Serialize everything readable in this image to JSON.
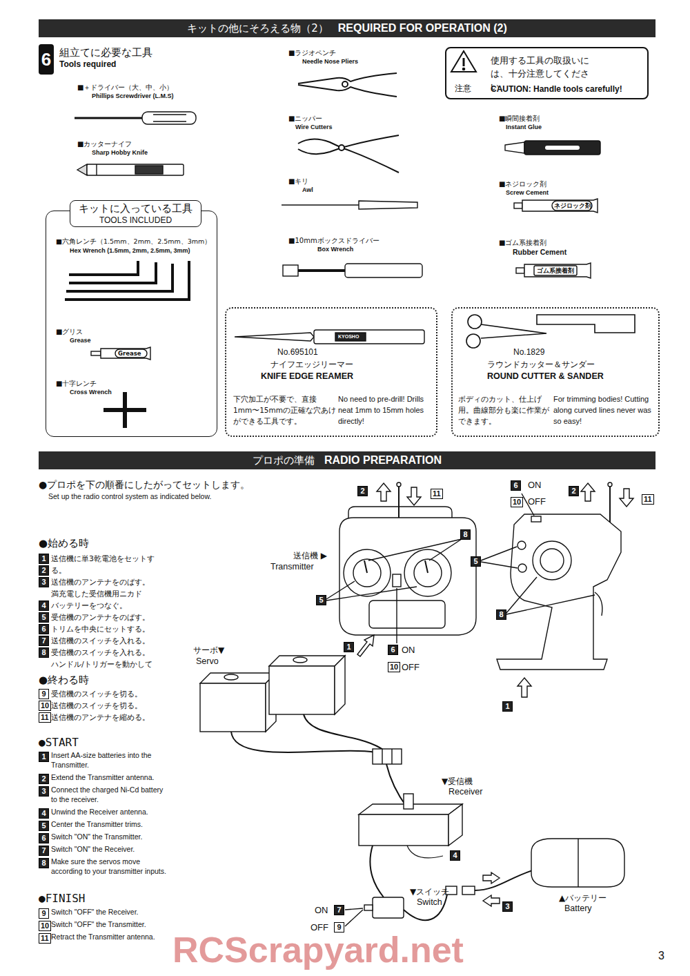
{
  "diagram": {
    "nodes": [
      {
        "text": [
          "キットの他にそろえる物（2）",
          "REQUIRED FOR OPERATION (2)"
        ]
      },
      {
        "text": [
          "注意",
          "使用する工具の取扱いには、十分注意してください。",
          "CAUTION: Handle tools carefully!"
        ]
      },
      {
        "text": [
          "■六角レンチ（1.5mm、2mm、2.5mm、3mm）",
          "Hex Wrench (1.5mm, 2mm, 2.5mm, 3mm)",
          "■グリス",
          "Grease",
          "■十字レンチ",
          "Cross Wrench"
        ]
      },
      {
        "text": [
          "キットに入っている工具",
          "TOOLS INCLUDED"
        ],
        "in": 2
      },
      {
        "text": [
          "No.695101",
          "ナイフエッジリーマー",
          "KNIFE EDGE REAMER",
          "下穴加工が不要で、直接1mm〜15mmの正確な穴あけができる工具です。",
          "No need to pre-drill! Drills neat 1mm to 15mm holes directly!"
        ]
      },
      {
        "text": [
          "No.1829",
          "ラウンドカッター＆サンダー",
          "ROUND CUTTER & SANDER",
          "ボディのカット、仕上げ用。曲線部分も楽に作業ができます。",
          "For trimming bodies! Cutting along curved lines never was so easy!"
        ]
      },
      {
        "text": [
          "プロポの準備",
          "RADIO PREPARATION"
        ]
      }
    ],
    "labels": [
      "6",
      "組立てに必要な工具",
      "Tools required",
      "■＋ドライバー（大、中、小）",
      "Phillips Screwdriver (L.M.S)",
      "■カッターナイフ",
      "Sharp Hobby Knife",
      "■ラジオペンチ",
      "Needle Nose Pliers",
      "■ニッパー",
      "Wire Cutters",
      "■キリ",
      "Awl",
      "■10mmボックスドライバー",
      "Box Wrench",
      "■瞬間接着剤",
      "Instant Glue",
      "■ネジロック剤",
      "Screw Cement",
      "■ゴム系接着剤",
      "Rubber Cement",
      "ネジロック剤",
      "ゴム系接着剤",
      "Grease",
      "KYOSHO",
      "●プロポを下の順番にしたがってセットします。",
      "Set up the radio control system as indicated below.",
      "●始める時",
      "1",
      "送信機に単3乾電池をセットす",
      "2",
      "る。",
      "3",
      "送信機のアンテナをのばす。",
      "満充電した受信機用ニカド",
      "4",
      "バッテリーをつなぐ。",
      "5",
      "受信機のアンテナをのばす。",
      "6",
      "トリムを中央にセットする。",
      "7",
      "送信機のスイッチを入れる。",
      "8",
      "受信機のスイッチを入れる。",
      "ハンドル/トリガーを動かして",
      "●終わる時",
      "9",
      "受信機のスイッチを切る。",
      "10",
      "送信機のスイッチを切る。",
      "11",
      "送信機のアンテナを縮める。",
      "●START",
      "1",
      "Insert AA-size batteries into the Transmitter.",
      "2",
      "Extend the Transmitter antenna.",
      "3",
      "Connect the charged Ni-Cd battery to the receiver.",
      "4",
      "Unwind the Receiver antenna.",
      "5",
      "Center the Transmitter trims.",
      "6",
      "Switch \"ON\" the Transmitter.",
      "7",
      "Switch \"ON\" the Receiver.",
      "8",
      "Make sure the servos move according to your transmitter inputs.",
      "●FINISH",
      "9",
      "Switch \"OFF\" the Receiver.",
      "10",
      "Switch \"OFF\" the Transmitter.",
      "11",
      "Retract the Transmitter antenna.",
      "2",
      "11",
      "送信機 ▶",
      "Transmitter",
      "8",
      "5",
      "1",
      "6",
      "ON",
      "10",
      "OFF",
      "6",
      "ON",
      "10",
      "OFF",
      "2",
      "11",
      "5",
      "8",
      "1",
      "サーボ▼",
      "Servo",
      "▼受信機",
      "Receiver",
      "4",
      "▼スイッチ",
      "Switch",
      "ON",
      "7",
      "OFF",
      "9",
      "3",
      "▲バッテリー",
      "Battery",
      "RCScrapyard.net",
      "3"
    ]
  }
}
